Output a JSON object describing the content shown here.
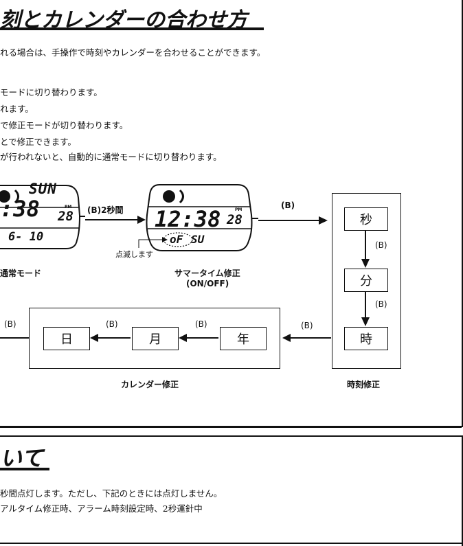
{
  "header": {
    "title": "刻とカレンダーの合わせ方",
    "intro": "れる場合は、手操作で時刻やカレンダーを合わせることができます。"
  },
  "steps": [
    "モードに切り替わります。",
    "れます。",
    "で修正モードが切り替わります。",
    "とで修正できます。",
    "が行われないと、自動的に通常モードに切り替わります。"
  ],
  "watch1": {
    "top": "SUN",
    "time": ":38",
    "seconds": "28",
    "pm": "PM",
    "date": "6- 10",
    "caption": "通常モード"
  },
  "watch2": {
    "time": "12:38",
    "seconds": "28",
    "pm": "PM",
    "bottom_dotted": "oF",
    "bottom_rest": "SU",
    "blink_label": "点滅します",
    "caption_line1": "サマータイム修正",
    "caption_line2": "(ON/OFF)"
  },
  "arrows": {
    "b_2sec": "(B)2秒間",
    "b": "(B)"
  },
  "time_column": {
    "items": [
      "秒",
      "分",
      "時"
    ],
    "caption": "時刻修正"
  },
  "calendar_row": {
    "items": [
      "日",
      "月",
      "年"
    ],
    "caption": "カレンダー修正"
  },
  "section2": {
    "title": "いて",
    "line1": "秒間点灯します。ただし、下記のときには点灯しません。",
    "line2": "アルタイム修正時、アラーム時刻設定時、2秒運針中"
  }
}
